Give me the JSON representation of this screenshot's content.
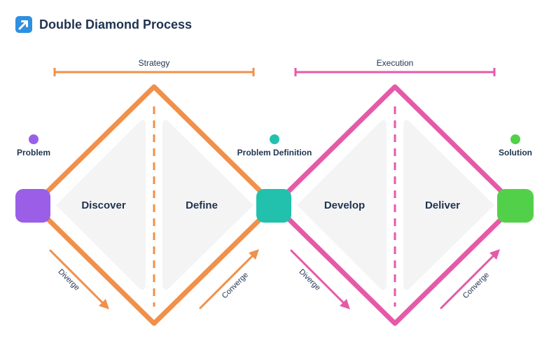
{
  "header": {
    "title": "Double Diamond Process",
    "logo_icon": "arrow-tile-icon",
    "logo_color": "#2f8fe0"
  },
  "brackets": {
    "strategy": "Strategy",
    "execution": "Execution"
  },
  "phases": {
    "discover": "Discover",
    "define": "Define",
    "develop": "Develop",
    "deliver": "Deliver"
  },
  "nodes": {
    "problem": "Problem",
    "problem_definition": "Problem Definition",
    "solution": "Solution"
  },
  "arrows": {
    "diverge_1": "Diverge",
    "converge_1": "Converge",
    "diverge_2": "Diverge",
    "converge_2": "Converge"
  },
  "colors": {
    "strategy": "#f0904a",
    "execution": "#e55aa8",
    "problem": "#9a5fe6",
    "problem_definition": "#21c1ad",
    "solution": "#53d04a",
    "phase_fill": "#f4f4f4",
    "text": "#1f3350"
  }
}
